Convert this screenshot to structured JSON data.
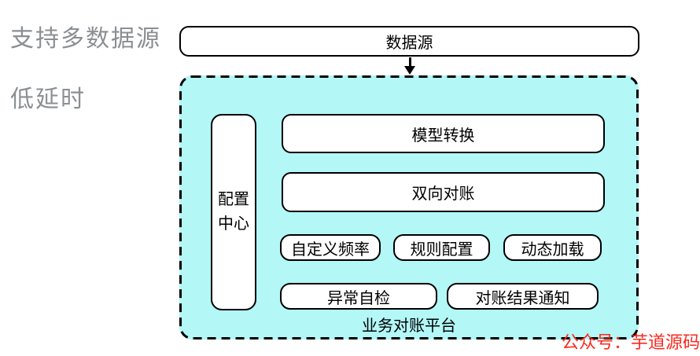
{
  "side_notes": {
    "note1": "支持多数据源",
    "note2": "低延时"
  },
  "flow": {
    "data_source": "数据源"
  },
  "platform": {
    "title": "业务对账平台",
    "config_center": {
      "line1": "配置",
      "line2": "中心"
    },
    "capabilities": {
      "model_transform": "模型转换",
      "two_way_reconciliation": "双向对账",
      "custom_frequency": "自定义频率",
      "rule_config": "规则配置",
      "dynamic_load": "动态加载",
      "exception_self_check": "异常自检",
      "reconciliation_result_notice": "对账结果通知"
    }
  },
  "watermark": "公众号：芋道源码",
  "colors": {
    "platform_bg": "#b3f7f7",
    "stroke": "#000000",
    "note_gray": "#8b8f93",
    "watermark_red": "#fa2a1e"
  }
}
